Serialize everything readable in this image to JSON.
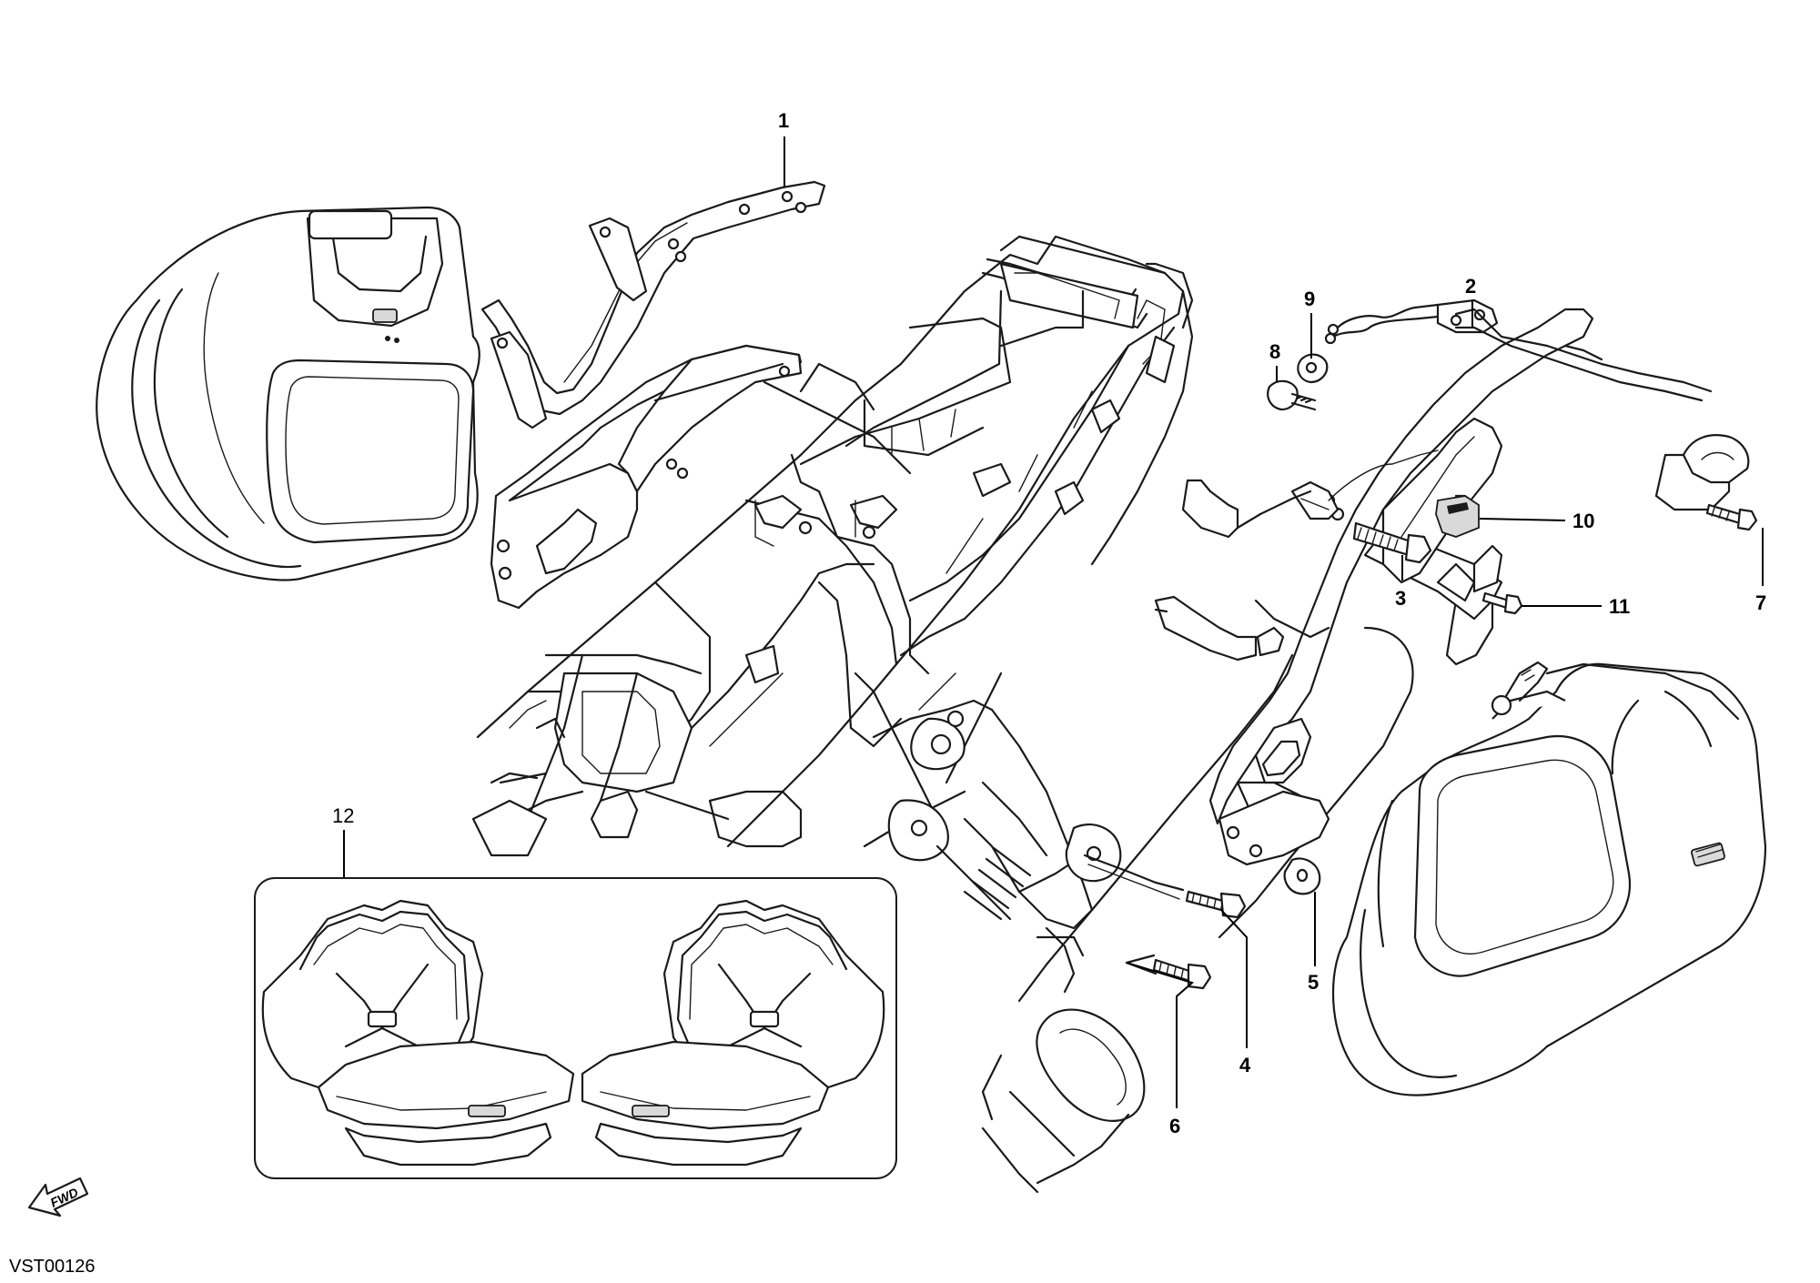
{
  "diagram": {
    "drawing_code": "VST00126",
    "direction_label": "FWD",
    "callouts": [
      {
        "id": "1",
        "label": "1"
      },
      {
        "id": "2",
        "label": "2"
      },
      {
        "id": "3",
        "label": "3"
      },
      {
        "id": "4",
        "label": "4"
      },
      {
        "id": "5",
        "label": "5"
      },
      {
        "id": "6",
        "label": "6"
      },
      {
        "id": "7",
        "label": "7"
      },
      {
        "id": "8",
        "label": "8"
      },
      {
        "id": "9",
        "label": "9"
      },
      {
        "id": "10",
        "label": "10"
      },
      {
        "id": "11",
        "label": "11"
      },
      {
        "id": "12",
        "label": "12"
      }
    ]
  }
}
